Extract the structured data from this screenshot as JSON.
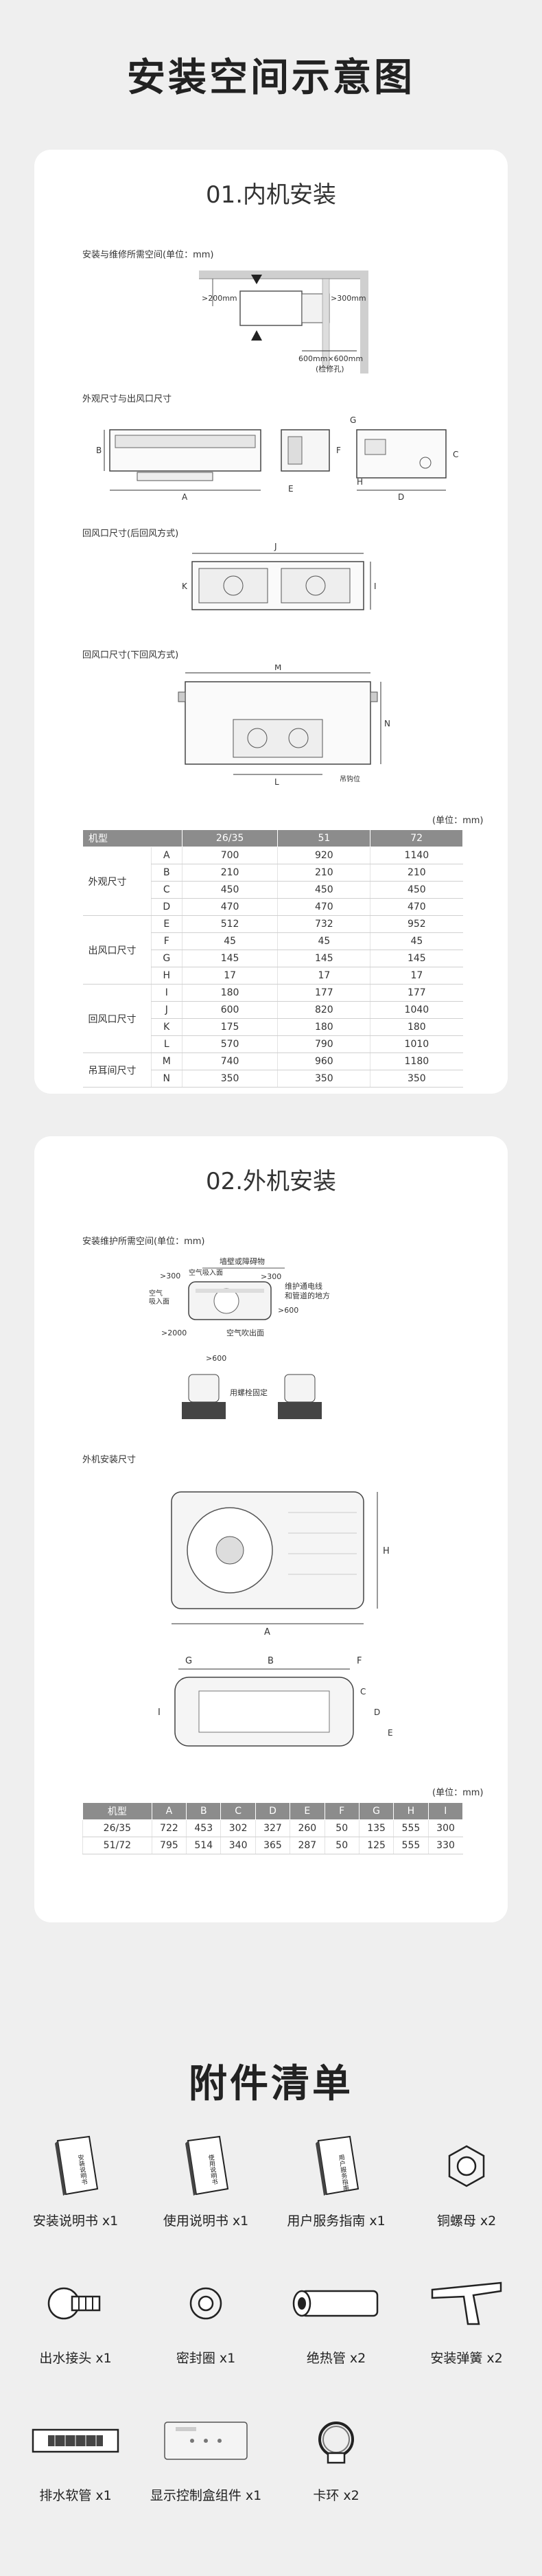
{
  "page_title": "安装空间示意图",
  "indoor": {
    "section_title": "01.内机安装",
    "space_label": "安装与维修所需空间(单位：mm)",
    "space_dims": [
      ">200mm",
      ">300mm",
      "600mm×600mm",
      "(检修孔)"
    ],
    "outline_label": "外观尺寸与出风口尺寸",
    "outline_letters": [
      "A",
      "B",
      "C",
      "D",
      "E",
      "F",
      "G",
      "H"
    ],
    "return_rear_label": "回风口尺寸(后回风方式)",
    "return_rear_letters": [
      "J",
      "I",
      "K"
    ],
    "return_bottom_label": "回风口尺寸(下回风方式)",
    "return_bottom_letters": [
      "M",
      "N",
      "L",
      "吊钩位"
    ],
    "unit": "(单位：mm)",
    "table_headers": [
      "机型",
      "26/35",
      "51",
      "72"
    ],
    "table_groups": [
      {
        "name": "外观尺寸",
        "rows": [
          [
            "A",
            "700",
            "920",
            "1140"
          ],
          [
            "B",
            "210",
            "210",
            "210"
          ],
          [
            "C",
            "450",
            "450",
            "450"
          ],
          [
            "D",
            "470",
            "470",
            "470"
          ]
        ]
      },
      {
        "name": "出风口尺寸",
        "rows": [
          [
            "E",
            "512",
            "732",
            "952"
          ],
          [
            "F",
            "45",
            "45",
            "45"
          ],
          [
            "G",
            "145",
            "145",
            "145"
          ],
          [
            "H",
            "17",
            "17",
            "17"
          ]
        ]
      },
      {
        "name": "回风口尺寸",
        "rows": [
          [
            "I",
            "180",
            "177",
            "177"
          ],
          [
            "J",
            "600",
            "820",
            "1040"
          ],
          [
            "K",
            "175",
            "180",
            "180"
          ],
          [
            "L",
            "570",
            "790",
            "1010"
          ]
        ]
      },
      {
        "name": "吊耳间尺寸",
        "rows": [
          [
            "M",
            "740",
            "960",
            "1180"
          ],
          [
            "N",
            "350",
            "350",
            "350"
          ]
        ]
      }
    ]
  },
  "outdoor": {
    "section_title": "02.外机安装",
    "space_label": "安装维护所需空间(单位：mm)",
    "space_texts": [
      "墙壁或障碍物",
      ">300",
      "维护通电线",
      "和管道的地方",
      "空气吸入面",
      ">600",
      "空气",
      "吸入面",
      ">300",
      ">2000",
      "空气吹出面",
      ">600",
      "用螺栓固定"
    ],
    "size_label": "外机安装尺寸",
    "size_letters": [
      "A",
      "H",
      "G",
      "B",
      "F",
      "I",
      "C",
      "D",
      "E"
    ],
    "unit": "(单位：mm)",
    "table_headers": [
      "机型",
      "A",
      "B",
      "C",
      "D",
      "E",
      "F",
      "G",
      "H",
      "I"
    ],
    "table_rows": [
      [
        "26/35",
        "722",
        "453",
        "302",
        "327",
        "260",
        "50",
        "135",
        "555",
        "300"
      ],
      [
        "51/72",
        "795",
        "514",
        "340",
        "365",
        "287",
        "50",
        "125",
        "555",
        "330"
      ]
    ]
  },
  "accessories": {
    "title": "附件清单",
    "items": [
      {
        "label": "安装说明书 x1",
        "icon": "book-icon",
        "cover": "安装说明书"
      },
      {
        "label": "使用说明书 x1",
        "icon": "book-icon",
        "cover": "使用说明书"
      },
      {
        "label": "用户服务指南 x1",
        "icon": "book-icon",
        "cover": "用户服务指南"
      },
      {
        "label": "铜螺母 x2",
        "icon": "nut-icon"
      },
      {
        "label": "出水接头 x1",
        "icon": "drain-joint-icon"
      },
      {
        "label": "密封圈 x1",
        "icon": "seal-ring-icon"
      },
      {
        "label": "绝热管 x2",
        "icon": "insulation-tube-icon"
      },
      {
        "label": "安装弹簧 x2",
        "icon": "spring-icon"
      },
      {
        "label": "排水软管 x1",
        "icon": "drain-hose-icon"
      },
      {
        "label": "显示控制盒组件 x1",
        "icon": "control-box-icon"
      },
      {
        "label": "卡环 x2",
        "icon": "clamp-ring-icon"
      }
    ]
  }
}
